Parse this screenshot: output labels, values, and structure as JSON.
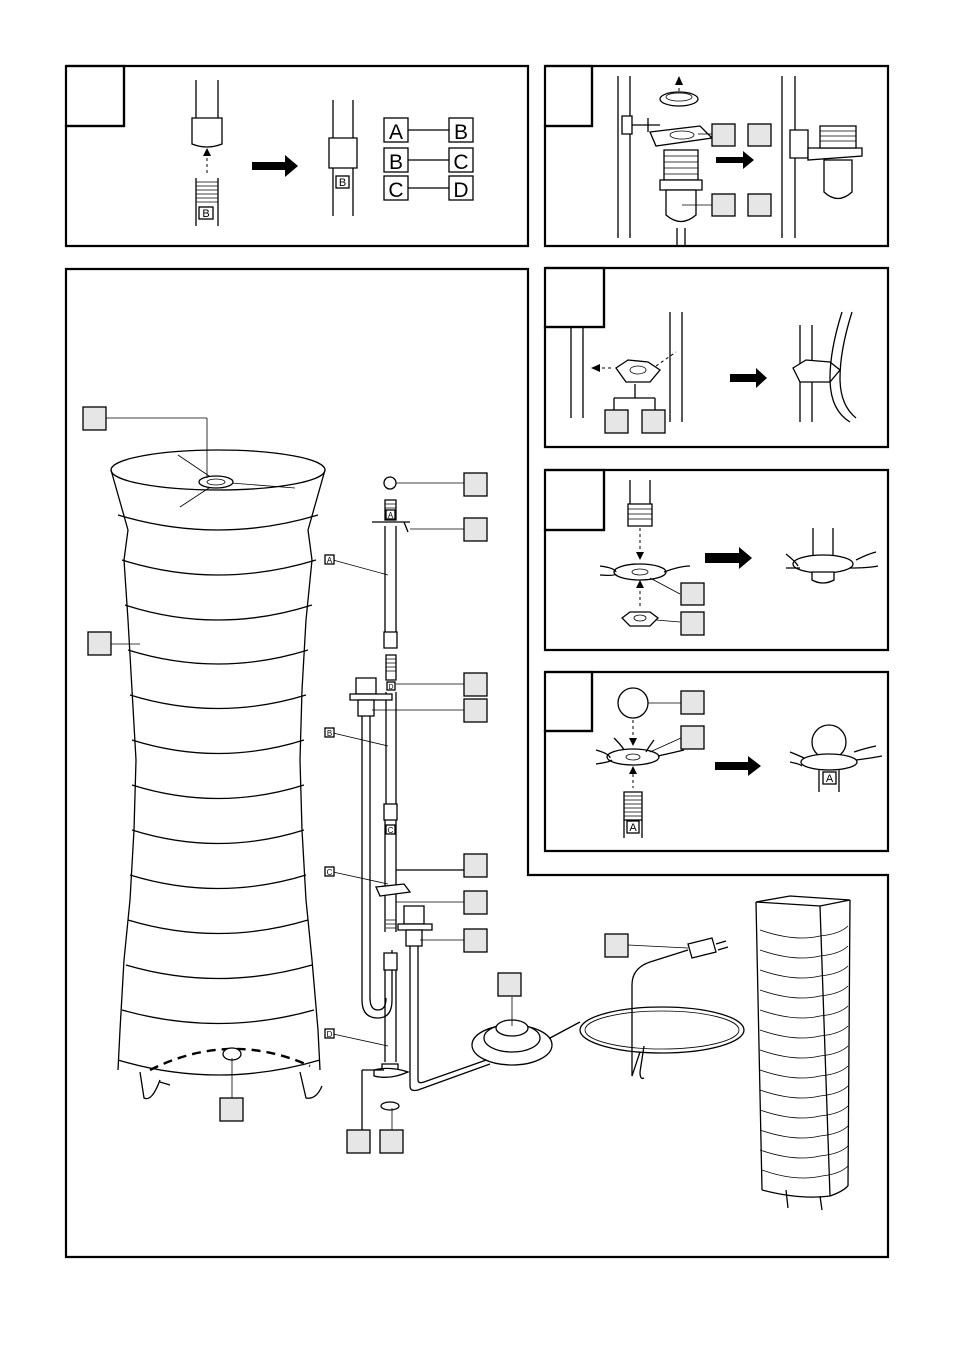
{
  "step1": {
    "letter_tube": "B",
    "letter_pole": "B"
  },
  "connections": [
    {
      "from": "A",
      "to": "B"
    },
    {
      "from": "B",
      "to": "C"
    },
    {
      "from": "C",
      "to": "D"
    }
  ],
  "step_finial": {
    "letter": "A"
  },
  "main": {
    "rod_labels": [
      "A",
      "B",
      "C",
      "D"
    ],
    "rod_tag_top": "A",
    "rod_tag_b": "D",
    "rod_tag_c": "C"
  }
}
